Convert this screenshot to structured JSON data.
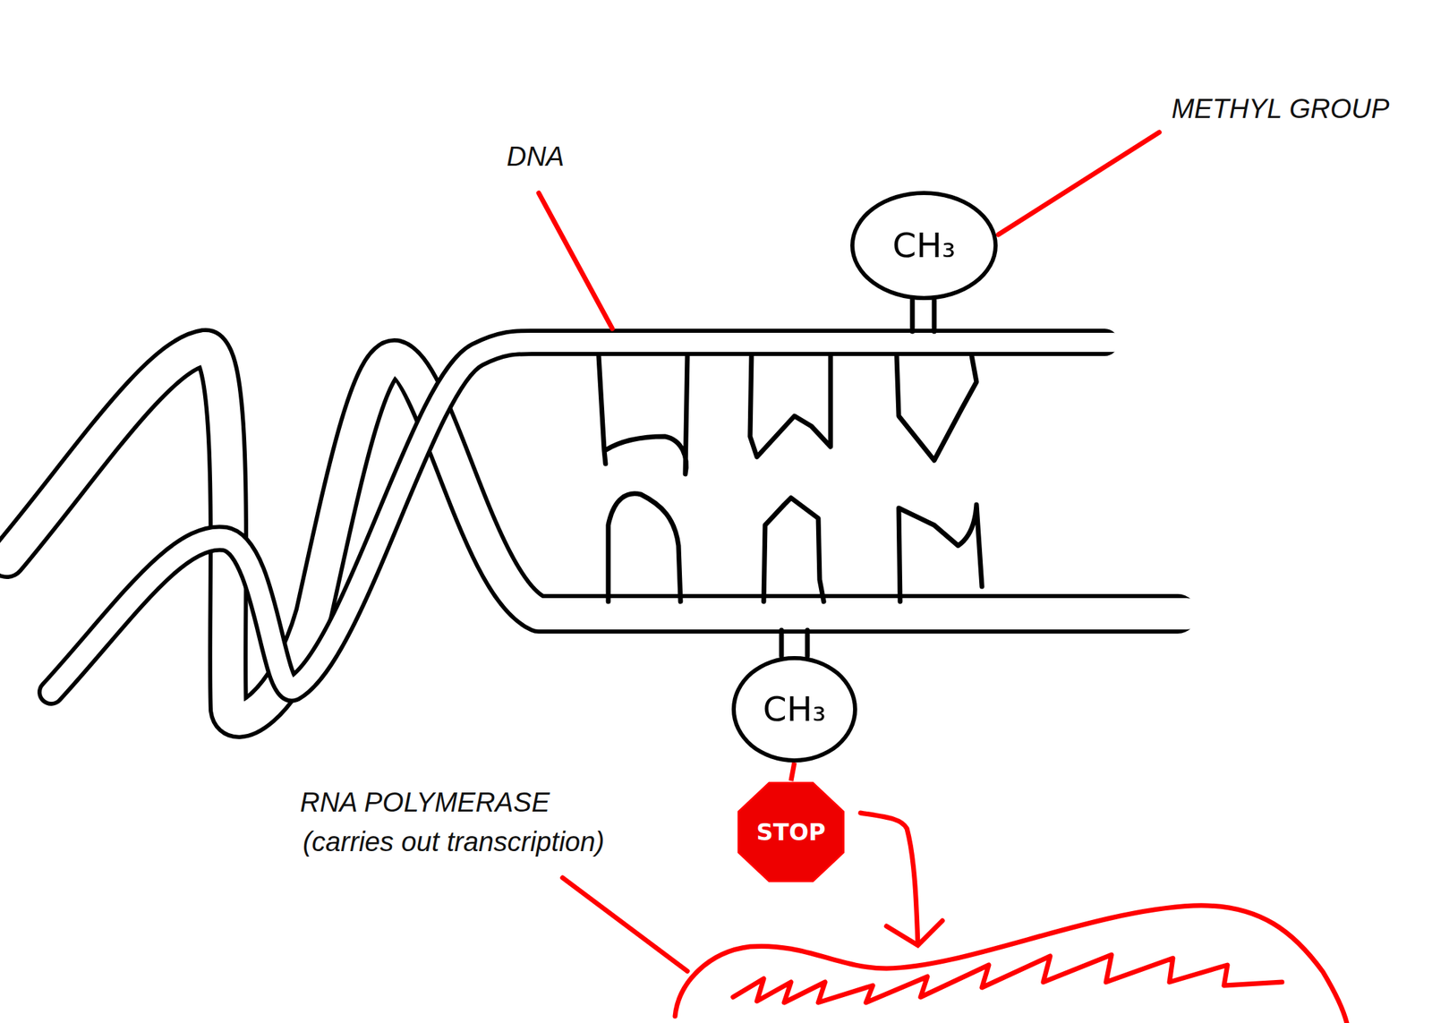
{
  "diagram": {
    "nodes": [
      {
        "text": [
          "CH₃"
        ]
      },
      {
        "text": [
          "CH₃"
        ]
      },
      {
        "text": [
          "STOP"
        ]
      }
    ],
    "edges": [
      {
        "from": 1,
        "to": 2,
        "arrow": "none"
      }
    ],
    "labels": [
      "DNA",
      "METHYL GROUP",
      "RNA POLYMERASE",
      "(carries out transcription)"
    ]
  }
}
